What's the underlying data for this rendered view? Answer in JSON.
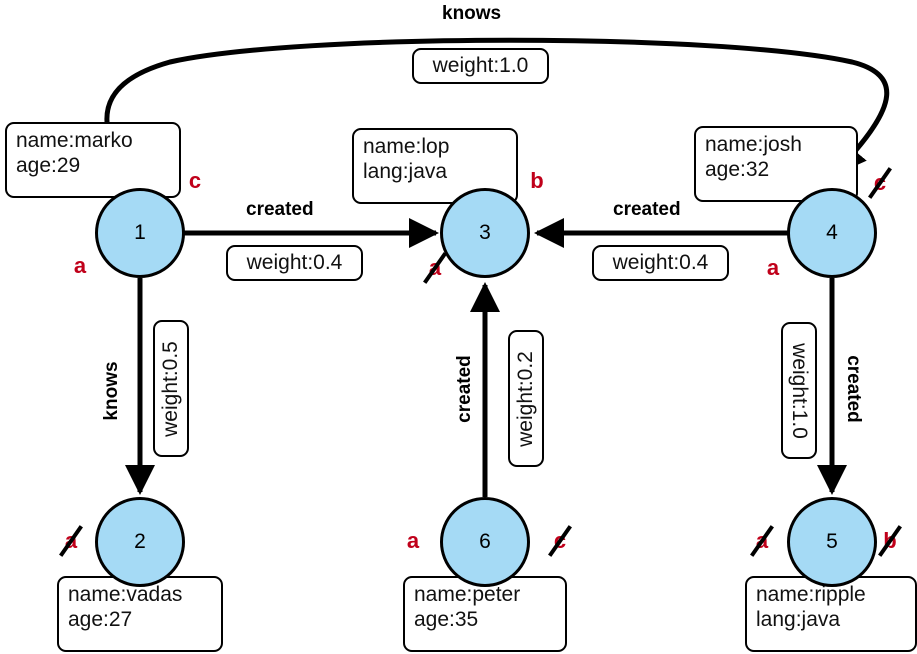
{
  "diagram": {
    "title": "property-graph-tinkerpop-modern",
    "node_fill": "#a5daf5",
    "node_stroke": "#000000",
    "mark_color": "#c0001a",
    "background": "#ffffff"
  },
  "nodes": [
    {
      "id": "1",
      "label": "1",
      "props": [
        "name:marko",
        "age:29"
      ]
    },
    {
      "id": "2",
      "label": "2",
      "props": [
        "name:vadas",
        "age:27"
      ]
    },
    {
      "id": "3",
      "label": "3",
      "props": [
        "name:lop",
        "lang:java"
      ]
    },
    {
      "id": "4",
      "label": "4",
      "props": [
        "name:josh",
        "age:32"
      ]
    },
    {
      "id": "5",
      "label": "5",
      "props": [
        "name:ripple",
        "lang:java"
      ]
    },
    {
      "id": "6",
      "label": "6",
      "props": [
        "name:peter",
        "age:35"
      ]
    }
  ],
  "edges": [
    {
      "id": "e_1_4",
      "from": "1",
      "to": "4",
      "label": "knows",
      "weight": "weight:1.0"
    },
    {
      "id": "e_1_3",
      "from": "1",
      "to": "3",
      "label": "created",
      "weight": "weight:0.4"
    },
    {
      "id": "e_4_3",
      "from": "4",
      "to": "3",
      "label": "created",
      "weight": "weight:0.4"
    },
    {
      "id": "e_1_2",
      "from": "1",
      "to": "2",
      "label": "knows",
      "weight": "weight:0.5"
    },
    {
      "id": "e_6_3",
      "from": "6",
      "to": "3",
      "label": "created",
      "weight": "weight:0.2"
    },
    {
      "id": "e_4_5",
      "from": "4",
      "to": "5",
      "label": "created",
      "weight": "weight:1.0"
    }
  ],
  "marks": [
    {
      "id": "m_n1_c",
      "text": "c",
      "struck": false,
      "near": "node-1"
    },
    {
      "id": "m_n1_a",
      "text": "a",
      "struck": false,
      "near": "node-1"
    },
    {
      "id": "m_n3_b",
      "text": "b",
      "struck": false,
      "near": "node-3"
    },
    {
      "id": "m_n3_a",
      "text": "a",
      "struck": true,
      "near": "node-3"
    },
    {
      "id": "m_n4_c",
      "text": "c",
      "struck": true,
      "near": "node-4"
    },
    {
      "id": "m_n4_a",
      "text": "a",
      "struck": false,
      "near": "node-4"
    },
    {
      "id": "m_n2_a",
      "text": "a",
      "struck": true,
      "near": "node-2"
    },
    {
      "id": "m_n6_a",
      "text": "a",
      "struck": false,
      "near": "node-6"
    },
    {
      "id": "m_n6_c",
      "text": "c",
      "struck": true,
      "near": "node-6"
    },
    {
      "id": "m_n5_a",
      "text": "a",
      "struck": true,
      "near": "node-5"
    },
    {
      "id": "m_n5_b",
      "text": "b",
      "struck": true,
      "near": "node-5"
    }
  ]
}
